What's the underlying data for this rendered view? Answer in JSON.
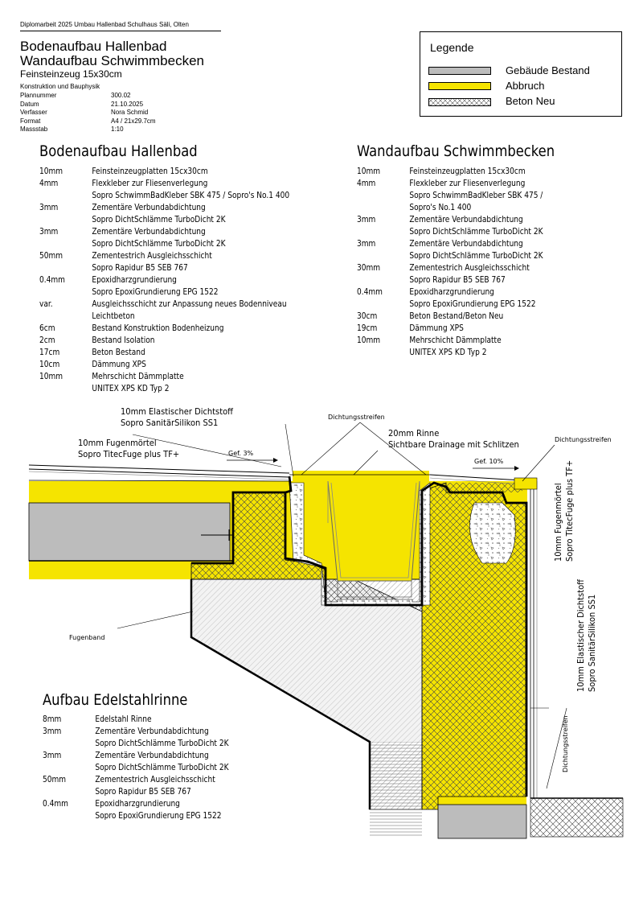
{
  "header": {
    "project": "Diplomarbeit 2025 Umbau Hallenbad Schulhaus Säli, Olten",
    "title_line1": "Bodenaufbau Hallenbad",
    "title_line2": "Wandaufbau Schwimmbecken",
    "subtitle": "Feinsteinzeug 15x30cm",
    "category": "Konstruktion und Bauphysik",
    "meta": [
      {
        "key": "Plannummer",
        "value": "300.02"
      },
      {
        "key": "Datum",
        "value": "21.10.2025"
      },
      {
        "key": "Verfasser",
        "value": "Nora Schmid"
      },
      {
        "key": "Format",
        "value": "A4 / 21x29.7cm"
      },
      {
        "key": "Massstab",
        "value": "1:10"
      }
    ]
  },
  "legend": {
    "title": "Legende",
    "items": [
      {
        "label": "Gebäude Bestand",
        "color": "#bcbcbc"
      },
      {
        "label": "Abbruch",
        "color": "#f5e400"
      },
      {
        "label": "Beton Neu",
        "color": "#ffffff"
      }
    ]
  },
  "colors": {
    "yellow": "#f5e400",
    "grey": "#bcbcbc",
    "hatch": "#555555"
  },
  "boden": {
    "heading": "Bodenaufbau Hallenbad",
    "rows": [
      {
        "th": "10mm",
        "mat": "Feinsteinzeugplatten 15cx30cm"
      },
      {
        "th": "4mm",
        "mat": "Flexkleber zur Fliesenverlegung"
      },
      {
        "th": "",
        "mat": "Sopro SchwimmBadKleber SBK 475 / Sopro's No.1 400"
      },
      {
        "th": "3mm",
        "mat": "Zementäre Verbundabdichtung"
      },
      {
        "th": "",
        "mat": "Sopro DichtSchlämme TurboDicht 2K"
      },
      {
        "th": "3mm",
        "mat": "Zementäre Verbundabdichtung"
      },
      {
        "th": "",
        "mat": "Sopro DichtSchlämme TurboDicht 2K"
      },
      {
        "th": "50mm",
        "mat": "Zementestrich Ausgleichsschicht"
      },
      {
        "th": "",
        "mat": "Sopro Rapidur B5   SEB 767"
      },
      {
        "th": "0.4mm",
        "mat": "Epoxidharzgrundierung"
      },
      {
        "th": "",
        "mat": "Sopro EpoxiGrundierung EPG 1522"
      },
      {
        "th": "var.",
        "mat": "Ausgleichsschicht zur Anpassung neues Bodenniveau"
      },
      {
        "th": "",
        "mat": "Leichtbeton"
      },
      {
        "th": "6cm",
        "mat": "Bestand Konstruktion Bodenheizung"
      },
      {
        "th": "2cm",
        "mat": "Bestand Isolation"
      },
      {
        "th": "17cm",
        "mat": "Beton Bestand"
      },
      {
        "th": "10cm",
        "mat": "Dämmung XPS"
      },
      {
        "th": "10mm",
        "mat": "Mehrschicht Dämmplatte"
      },
      {
        "th": "",
        "mat": "UNITEX XPS KD Typ 2"
      }
    ]
  },
  "wand": {
    "heading": "Wandaufbau Schwimmbecken",
    "rows": [
      {
        "th": "10mm",
        "mat": "Feinsteinzeugplatten 15cx30cm"
      },
      {
        "th": "4mm",
        "mat": "Flexkleber zur Fliesenverlegung"
      },
      {
        "th": "",
        "mat": "Sopro SchwimmBadKleber SBK 475 /"
      },
      {
        "th": "",
        "mat": "Sopro's No.1 400"
      },
      {
        "th": "3mm",
        "mat": "Zementäre Verbundabdichtung"
      },
      {
        "th": "",
        "mat": "Sopro DichtSchlämme TurboDicht 2K"
      },
      {
        "th": "3mm",
        "mat": "Zementäre Verbundabdichtung"
      },
      {
        "th": "",
        "mat": "Sopro DichtSchlämme TurboDicht 2K"
      },
      {
        "th": "30mm",
        "mat": "Zementestrich Ausgleichsschicht"
      },
      {
        "th": "",
        "mat": "Sopro Rapidur B5   SEB 767"
      },
      {
        "th": "0.4mm",
        "mat": "Epoxidharzgrundierung"
      },
      {
        "th": "",
        "mat": "Sopro EpoxiGrundierung EPG 1522"
      },
      {
        "th": "30cm",
        "mat": "Beton Bestand/Beton Neu"
      },
      {
        "th": "19cm",
        "mat": "Dämmung XPS"
      },
      {
        "th": "10mm",
        "mat": "Mehrschicht Dämmplatte"
      },
      {
        "th": "",
        "mat": "UNITEX XPS KD Typ 2"
      }
    ]
  },
  "rinne": {
    "heading": "Aufbau Edelstahlrinne",
    "rows": [
      {
        "th": "8mm",
        "mat": "Edelstahl Rinne"
      },
      {
        "th": "3mm",
        "mat": "Zementäre Verbundabdichtung"
      },
      {
        "th": "",
        "mat": "Sopro DichtSchlämme TurboDicht 2K"
      },
      {
        "th": "3mm",
        "mat": "Zementäre Verbundabdichtung"
      },
      {
        "th": "",
        "mat": "Sopro DichtSchlämme TurboDicht 2K"
      },
      {
        "th": "50mm",
        "mat": "Zementestrich Ausgleichsschicht"
      },
      {
        "th": "",
        "mat": "Sopro Rapidur B5   SEB 767"
      },
      {
        "th": "0.4mm",
        "mat": "Epoxidharzgrundierung"
      },
      {
        "th": "",
        "mat": "Sopro EpoxiGrundierung EPG 1522"
      }
    ]
  },
  "annotations": {
    "dichtstoff_l1": "10mm  Elastischer Dichtstoff",
    "dichtstoff_l2": "Sopro SanitärSilikon SS1",
    "fugen_l1": "10mm  Fugenmörtel",
    "fugen_l2": "Sopro TitecFuge plus  TF+",
    "slope_left": "Gef.  3%",
    "slope_right": "Gef.  10%",
    "dichtungsstreifen": "Dichtungsstreifen",
    "rinne_l1": "20mm  Rinne",
    "rinne_l2": "Sichtbare Drainage mit Schlitzen",
    "fugenband": "Fugenband",
    "v_fugen_l1": "10mm  Fugenmörtel",
    "v_fugen_l2": "Sopro TitecFuge plus  TF+",
    "v_dicht_l1": "10mm  Elastischer Dichtstoff",
    "v_dicht_l2": "Sopro SanitärSilikon SS1"
  }
}
